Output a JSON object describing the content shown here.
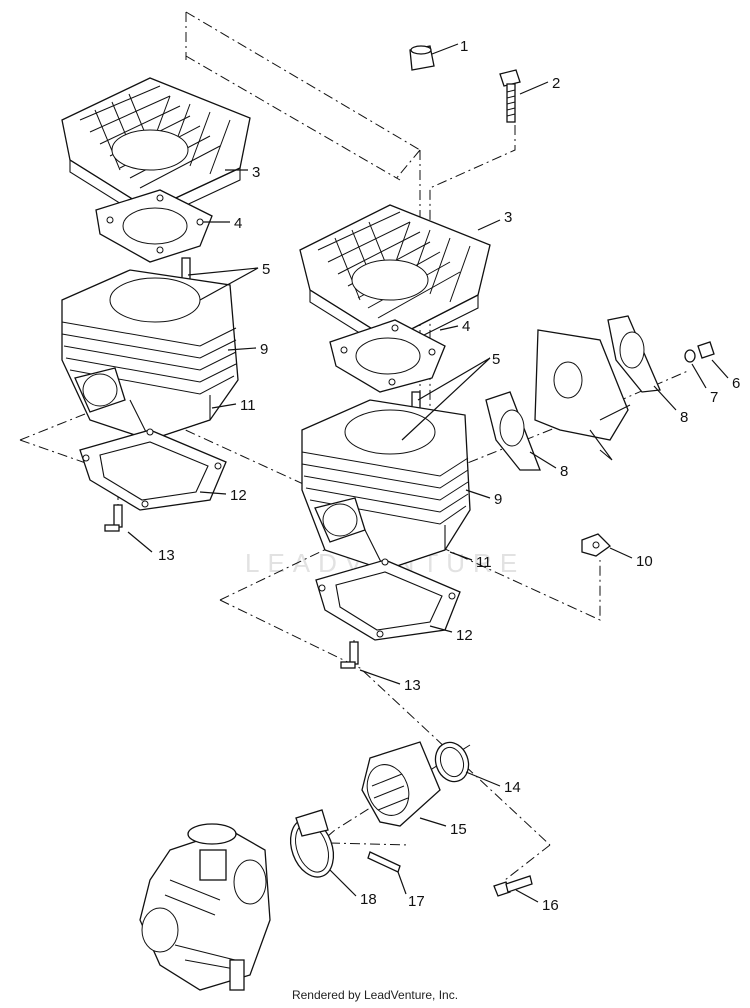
{
  "diagram": {
    "callouts": [
      "1",
      "2",
      "3",
      "4",
      "5",
      "9",
      "11",
      "12",
      "13",
      "3",
      "4",
      "5",
      "8",
      "7",
      "6",
      "8",
      "9",
      "10",
      "11",
      "12",
      "13",
      "14",
      "15",
      "16",
      "17",
      "18"
    ],
    "watermark": "LEADVENTURE",
    "footer": "Rendered by LeadVenture, Inc."
  }
}
